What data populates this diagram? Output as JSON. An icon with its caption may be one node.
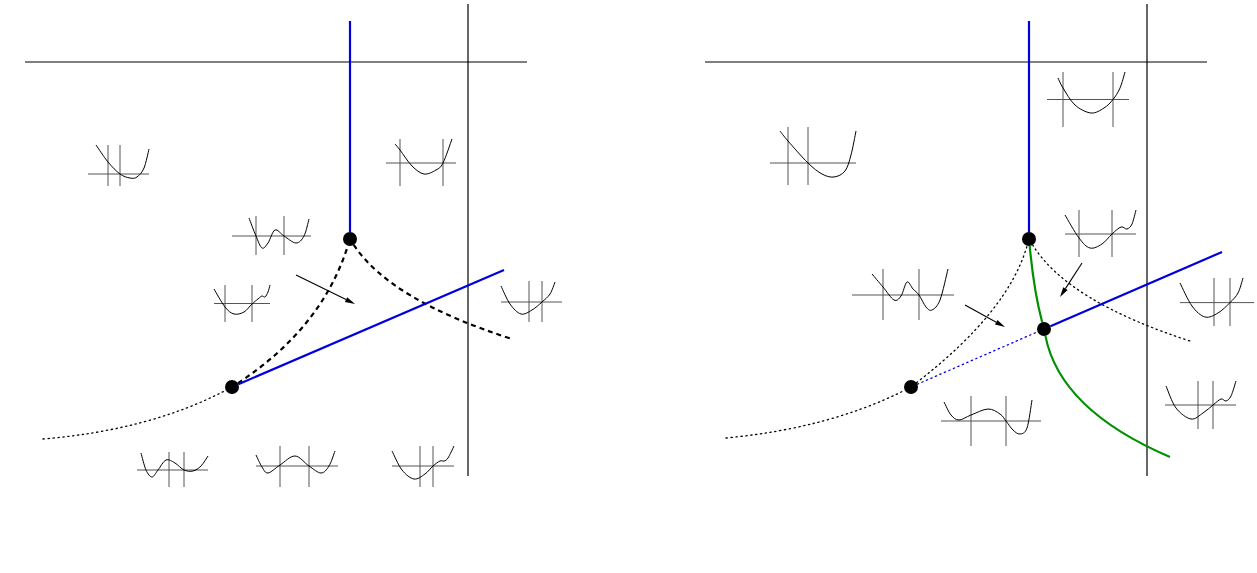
{
  "diagram": {
    "nodes": [
      {
        "text": [],
        "shape": "circle"
      },
      {
        "text": [],
        "shape": "circle"
      },
      {
        "text": [],
        "shape": "circle"
      },
      {
        "text": [],
        "shape": "circle"
      },
      {
        "text": [],
        "shape": "circle"
      }
    ],
    "edges": [
      {
        "from": 0,
        "to": null,
        "arrow": "none",
        "color": "#0000dd"
      },
      {
        "from": 1,
        "to": 0,
        "arrow": "none",
        "style": "dashed"
      },
      {
        "from": 0,
        "to": null,
        "arrow": "none",
        "style": "dashed"
      },
      {
        "from": 1,
        "to": null,
        "arrow": "none",
        "color": "#0000dd"
      },
      {
        "from": null,
        "to": 1,
        "arrow": "none",
        "style": "dashed"
      },
      {
        "from": 2,
        "to": null,
        "arrow": "none",
        "color": "#0000dd"
      },
      {
        "from": 4,
        "to": 2,
        "arrow": "none",
        "style": "dashed"
      },
      {
        "from": 2,
        "to": 3,
        "arrow": "none",
        "color": "#009000"
      },
      {
        "from": 3,
        "to": null,
        "arrow": "none",
        "color": "#009000"
      },
      {
        "from": 2,
        "to": null,
        "arrow": "none",
        "style": "dashed"
      },
      {
        "from": 3,
        "to": null,
        "arrow": "none",
        "color": "#0000dd"
      },
      {
        "from": 4,
        "to": 3,
        "arrow": "none",
        "style": "dashed",
        "color": "#0000dd"
      },
      {
        "from": null,
        "to": 4,
        "arrow": "none",
        "style": "dashed"
      }
    ]
  }
}
